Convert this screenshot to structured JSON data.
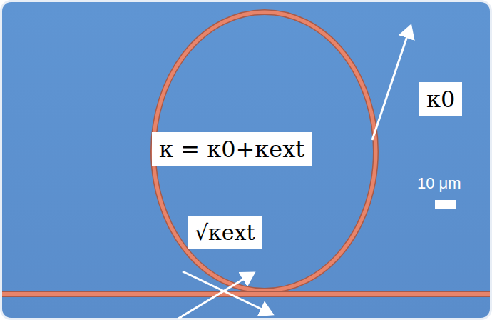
{
  "diagram": {
    "labels": [
      "κ0",
      "κ = κ0+κext",
      "√κext",
      "10 μm"
    ]
  }
}
